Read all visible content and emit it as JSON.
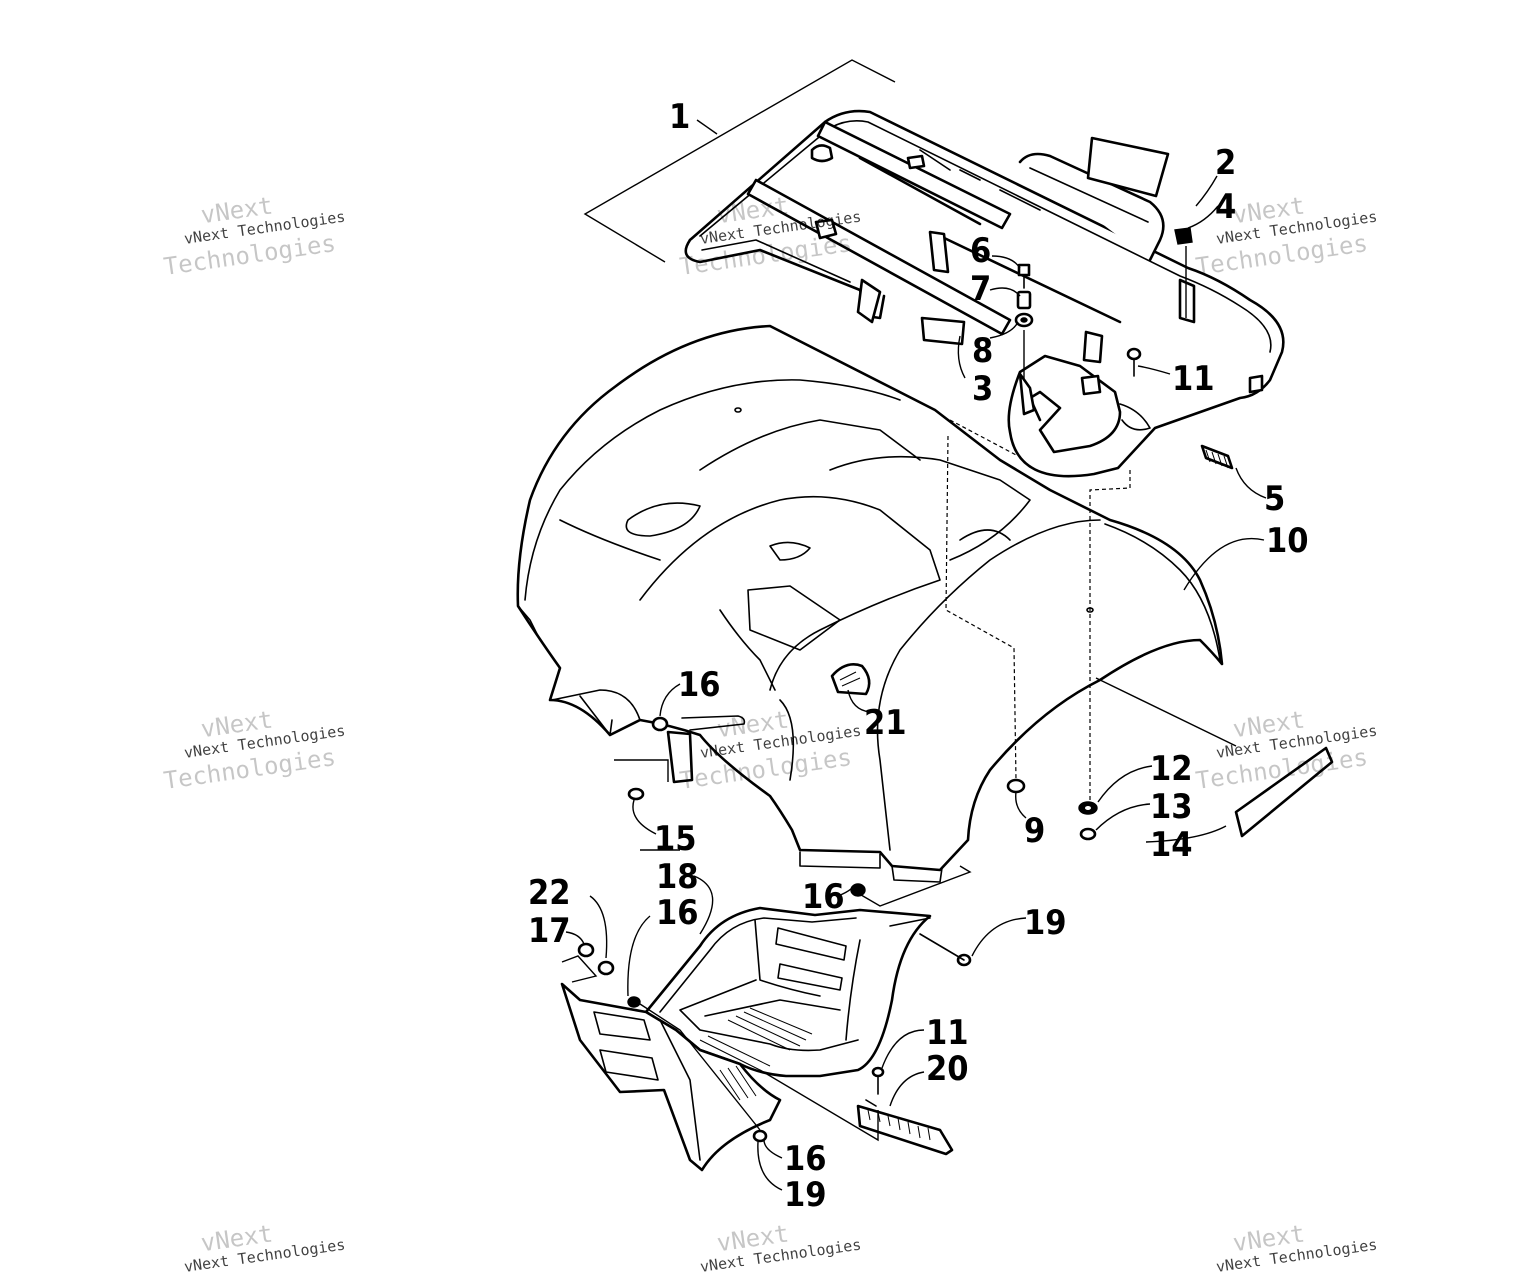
{
  "diagram": {
    "callouts": [
      "1",
      "2",
      "4",
      "6",
      "7",
      "8",
      "3",
      "11",
      "5",
      "10",
      "16",
      "21",
      "15",
      "9",
      "12",
      "13",
      "14",
      "18",
      "22",
      "16",
      "17",
      "16",
      "19",
      "11",
      "20",
      "16",
      "19"
    ]
  },
  "watermark": {
    "line_small": "vNext Technologies",
    "line_big_1": "vNext",
    "line_big_2": "Technologies"
  }
}
